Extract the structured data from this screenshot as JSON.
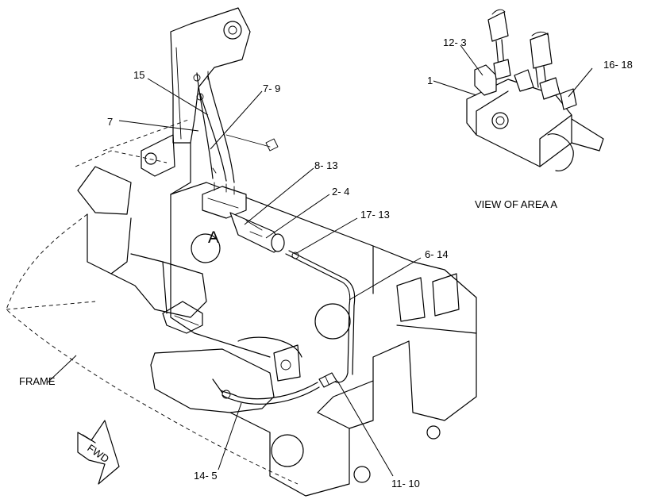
{
  "labels": {
    "l15": "15",
    "l7_9": "7- 9",
    "l7": "7",
    "l8_13": "8- 13",
    "l2_4": "2- 4",
    "l17_13": "17- 13",
    "l6_14": "6- 14",
    "l12_3": "12- 3",
    "l1": "1",
    "l16_18": "16- 18",
    "view": "VIEW OF AREA  A",
    "area": "A",
    "frame": "FRAME",
    "fwd": "FWD",
    "l14_5": "14- 5",
    "l11_10": "11- 10"
  }
}
